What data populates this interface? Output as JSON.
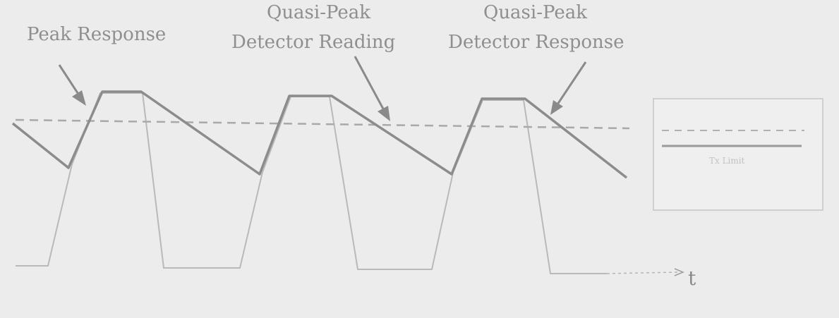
{
  "labels": {
    "peak_response": "Peak Response",
    "qp_reading_line1": "Quasi-Peak",
    "qp_reading_line2": "Detector Reading",
    "qp_response_line1": "Quasi-Peak",
    "qp_response_line2": "Detector Response",
    "time_axis": "t",
    "legend_text": "Tx Limit"
  },
  "colors": {
    "background": "#ececec",
    "peak_pulse": "#b9b9b9",
    "qp_response": "#8c8c8c",
    "qp_reading": "#a9a9a9",
    "text": "#8f8f8f"
  }
}
